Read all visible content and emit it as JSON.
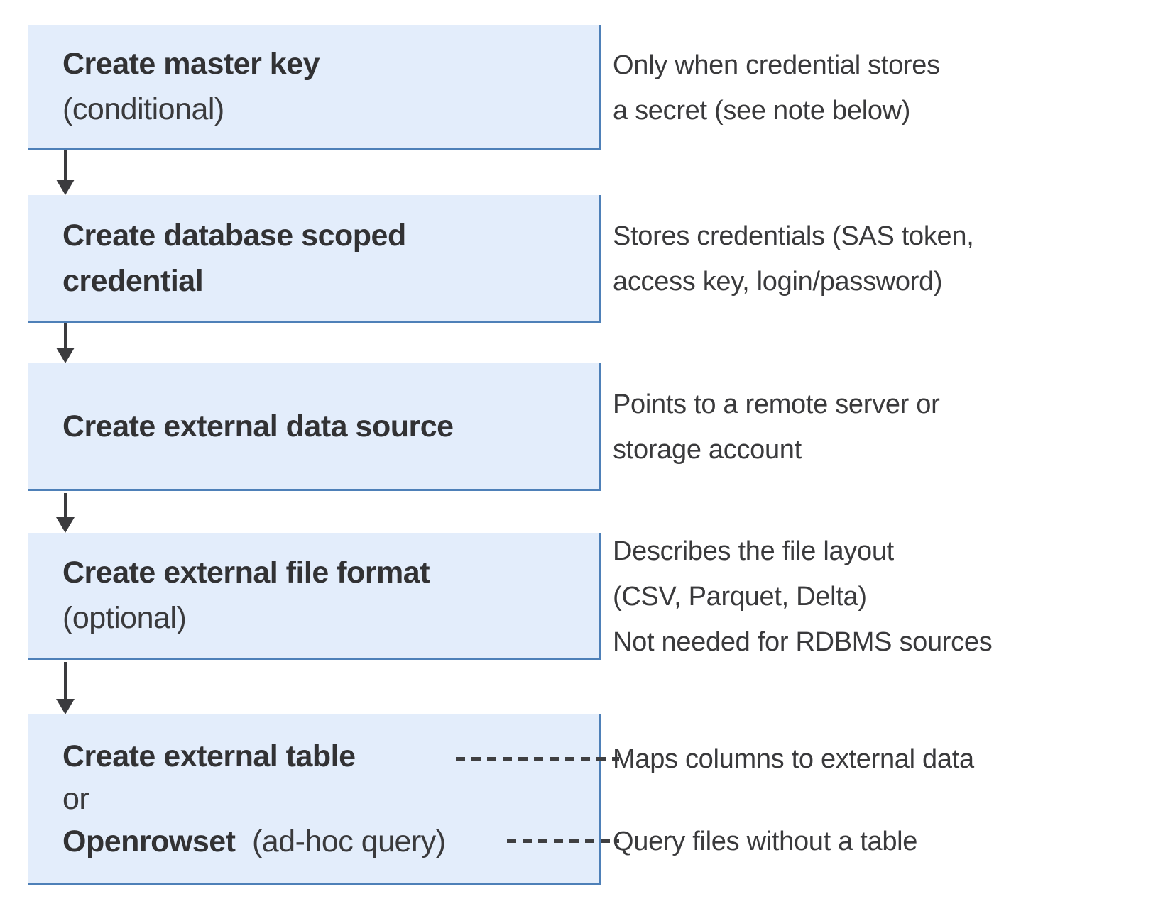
{
  "flow": {
    "steps": [
      {
        "title": "Create master key",
        "qualifier": "(conditional)",
        "note": "Only when credential stores\na secret (see note below)"
      },
      {
        "title": "Create database scoped\ncredential",
        "note": "Stores credentials (SAS token,\naccess key, login/password)"
      },
      {
        "title": "Create external data source",
        "note": "Points to a remote server or\nstorage account"
      },
      {
        "title": "Create external file format",
        "qualifier": "(optional)",
        "note": "Describes the file layout\n(CSV, Parquet, Delta)\nNot needed for RDBMS sources"
      },
      {
        "title": "Create external table",
        "or_label": "or",
        "alt_title": "Openrowset",
        "alt_qualifier": "(ad-hoc query)",
        "note_table": "Maps columns to external data",
        "note_openrowset": "Query files without a table"
      }
    ],
    "colors": {
      "box_fill": "#e3edfb",
      "box_border": "#4e80b8",
      "text_dark": "#3a3a3c",
      "connector": "#3b3b3e"
    }
  }
}
